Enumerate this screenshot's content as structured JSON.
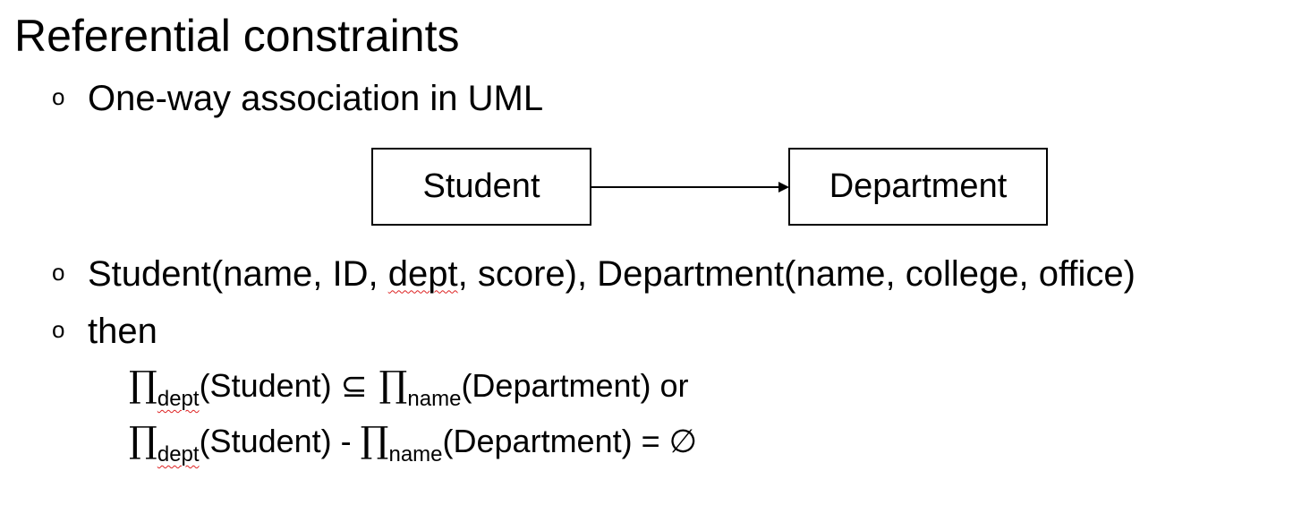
{
  "title": "Referential constraints",
  "bullets": {
    "glyph": "o",
    "b1": "One-way association in UML",
    "b2": {
      "pre": "Student(name, ID, ",
      "squiggle": "dept",
      "post": ", score), Department(name, college, office)"
    },
    "b3": "then"
  },
  "uml": {
    "left_box": "Student",
    "right_box": "Department"
  },
  "formula1": {
    "pi": "∏",
    "sub1": "dept",
    "arg1": "(Student) ",
    "op": "⊆",
    "pi2": " ∏",
    "sub2": "name",
    "arg2": "(Department) or"
  },
  "formula2": {
    "pi": "∏",
    "sub1": "dept",
    "arg1": "(Student) - ",
    "pi2": "∏",
    "sub2": "name",
    "arg2": "(Department) = ",
    "result": "∅"
  }
}
